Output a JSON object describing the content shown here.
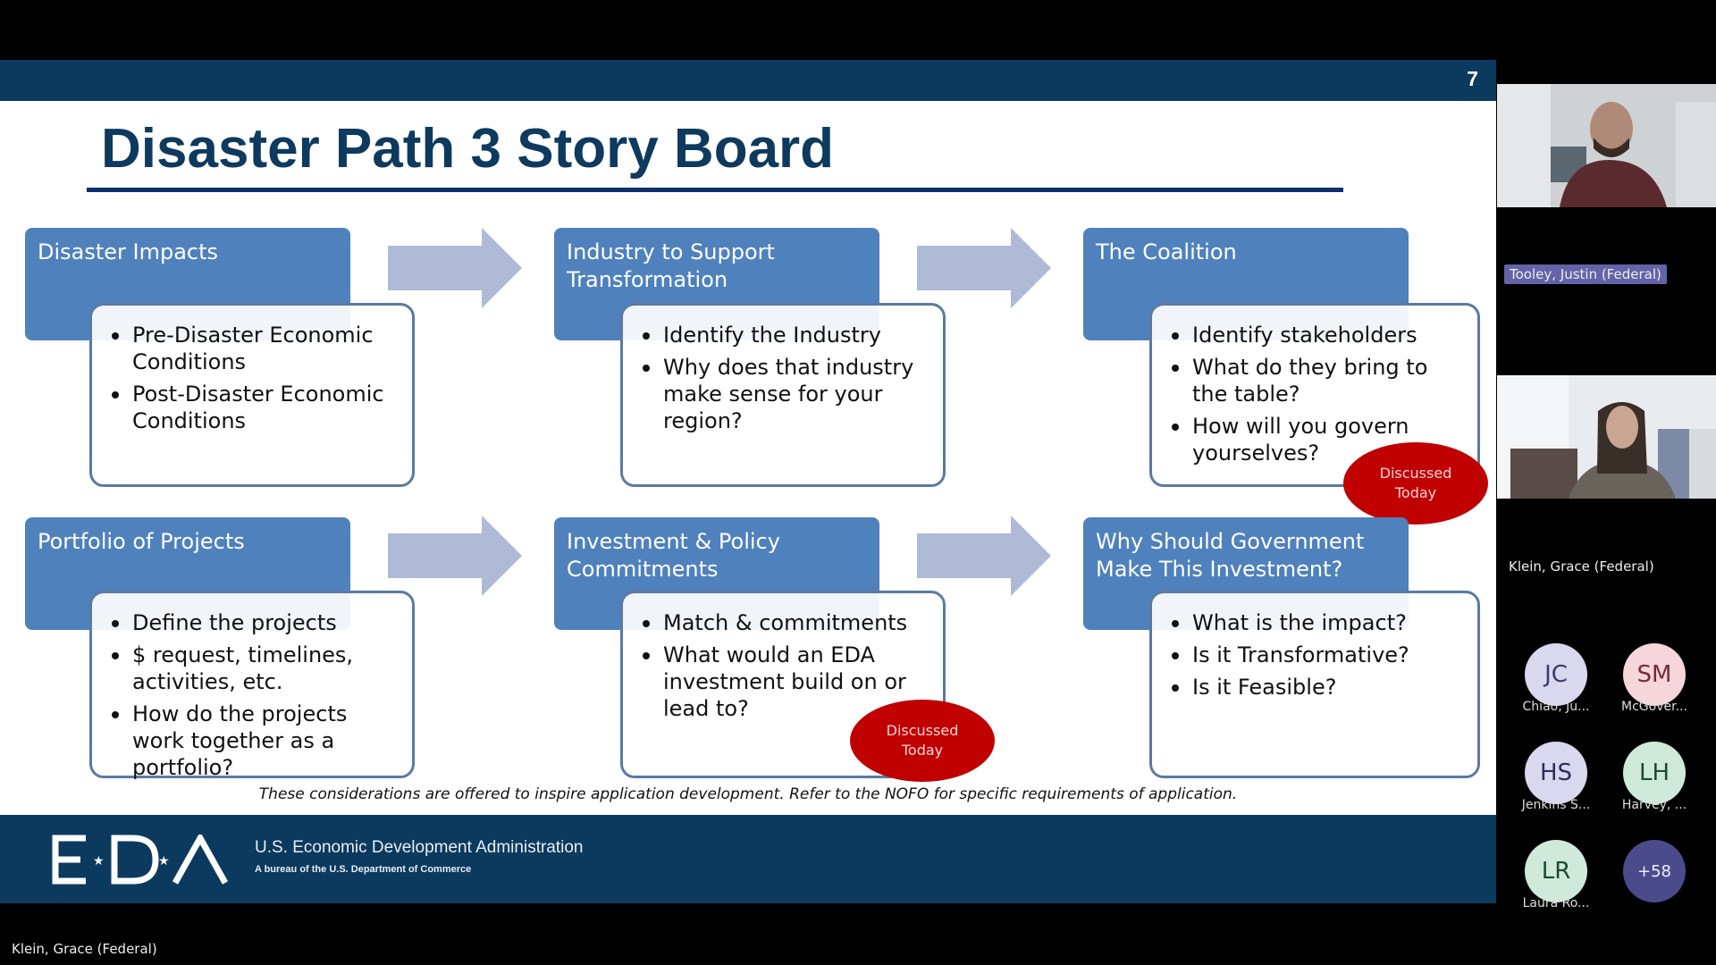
{
  "slide": {
    "page_number": "7",
    "title": "Disaster Path 3 Story Board",
    "cards": [
      {
        "heading": "Disaster Impacts",
        "bullets": [
          "Pre-Disaster Economic Conditions",
          "Post-Disaster Economic Conditions"
        ]
      },
      {
        "heading": "Industry to Support Transformation",
        "bullets": [
          "Identify the Industry",
          "Why does that industry make sense for your region?"
        ]
      },
      {
        "heading": "The Coalition",
        "bullets": [
          "Identify stakeholders",
          "What do they bring to the table?",
          "How will you govern yourselves?"
        ]
      },
      {
        "heading": "Portfolio of Projects",
        "bullets": [
          "Define the projects",
          "$ request, timelines, activities, etc.",
          "How do the projects work together as a portfolio?"
        ]
      },
      {
        "heading": "Investment & Policy Commitments",
        "bullets": [
          "Match & commitments",
          "What would an EDA investment build on or lead to?"
        ]
      },
      {
        "heading": "Why Should Government Make This Investment?",
        "bullets": [
          "What is the impact?",
          "Is it Transformative?",
          "Is it Feasible?"
        ]
      }
    ],
    "badge_text": "Discussed Today",
    "note": "These considerations are offered to inspire application development. Refer to the NOFO for specific requirements of application.",
    "footer": {
      "logo_text": "E★D★A",
      "org_name": "U.S. Economic Development Administration",
      "org_sub": "A bureau of the U.S. Department of Commerce"
    }
  },
  "meeting": {
    "participants_video": [
      {
        "name": "Tooley, Justin (Federal)"
      },
      {
        "name": "Klein, Grace (Federal)"
      }
    ],
    "participants_avatar": [
      {
        "initials": "JC",
        "name": "Chiao, Ju...",
        "bg": "#d9d8ee",
        "fg": "#3a3a6a"
      },
      {
        "initials": "SM",
        "name": "McGover...",
        "bg": "#f6d6da",
        "fg": "#7a2a38"
      },
      {
        "initials": "HS",
        "name": "Jenkins S...",
        "bg": "#d9d8ee",
        "fg": "#2e2e5a"
      },
      {
        "initials": "LH",
        "name": "Harvey, ...",
        "bg": "#cfeadb",
        "fg": "#1f4a33"
      },
      {
        "initials": "LR",
        "name": "Laura Ro...",
        "bg": "#cfeadb",
        "fg": "#1f4a33"
      }
    ],
    "overflow_count": "+58",
    "presenter_name": "Klein, Grace (Federal)"
  },
  "colors": {
    "slide_bar": "#0b3a5e",
    "card_head": "#4f81bd",
    "badge": "#c00000",
    "highlight_tag": "#6264a7"
  }
}
